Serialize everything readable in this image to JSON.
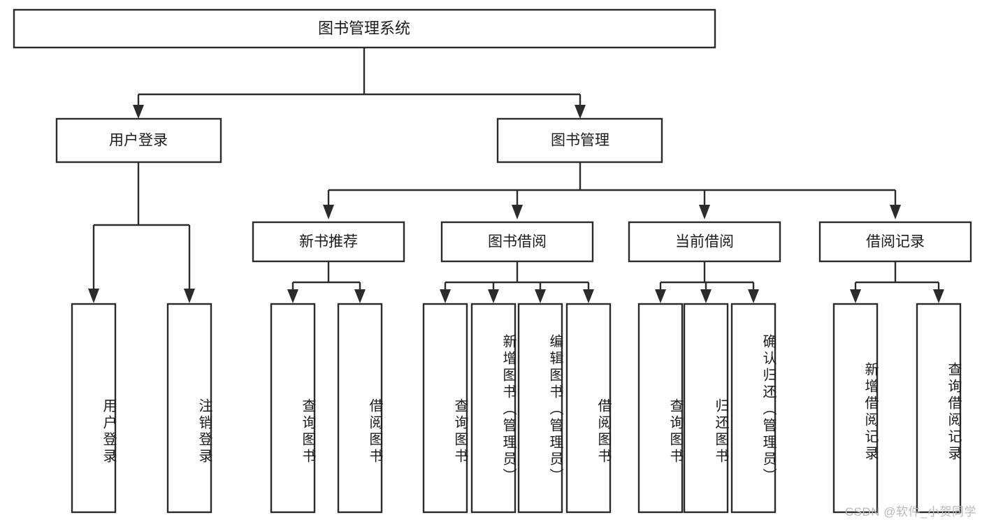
{
  "diagram": {
    "type": "tree-hierarchy",
    "title": "图书管理系统",
    "watermark": "CSDN @软件_小贺同学",
    "colors": {
      "stroke": "#2b2b2b",
      "fill": "#ffffff",
      "text": "#1b1b1b",
      "watermark": "#b9b9b9"
    },
    "root": {
      "label": "图书管理系统",
      "level": 0
    },
    "level1": [
      {
        "id": "user-login",
        "label": "用户登录"
      },
      {
        "id": "book-manage",
        "label": "图书管理"
      }
    ],
    "level2": [
      {
        "id": "new-book-rec",
        "label": "新书推荐",
        "parent": "book-manage"
      },
      {
        "id": "book-borrow",
        "label": "图书借阅",
        "parent": "book-manage"
      },
      {
        "id": "current-borrow",
        "label": "当前借阅",
        "parent": "book-manage"
      },
      {
        "id": "borrow-record",
        "label": "借阅记录",
        "parent": "book-manage"
      }
    ],
    "leaves": [
      {
        "id": "leaf-user-login",
        "label": "用户登录",
        "parent": "user-login"
      },
      {
        "id": "leaf-logout-login",
        "label": "注销登录",
        "parent": "user-login"
      },
      {
        "id": "leaf-query-book-1",
        "label": "查询图书",
        "parent": "new-book-rec"
      },
      {
        "id": "leaf-borrow-book-1",
        "label": "借阅图书",
        "parent": "new-book-rec"
      },
      {
        "id": "leaf-query-book-2",
        "label": "查询图书",
        "parent": "book-borrow"
      },
      {
        "id": "leaf-add-book",
        "label": "新增图书（管理员）",
        "parent": "book-borrow"
      },
      {
        "id": "leaf-edit-book",
        "label": "编辑图书（管理员）",
        "parent": "book-borrow"
      },
      {
        "id": "leaf-borrow-book-2",
        "label": "借阅图书",
        "parent": "book-borrow"
      },
      {
        "id": "leaf-query-book-3",
        "label": "查询图书",
        "parent": "current-borrow"
      },
      {
        "id": "leaf-return-book",
        "label": "归还图书",
        "parent": "current-borrow"
      },
      {
        "id": "leaf-confirm-return",
        "label": "确认归还（管理员）",
        "parent": "current-borrow"
      },
      {
        "id": "leaf-add-record",
        "label": "新增借阅记录",
        "parent": "borrow-record"
      },
      {
        "id": "leaf-query-record",
        "label": "查询借阅记录",
        "parent": "borrow-record"
      }
    ]
  }
}
